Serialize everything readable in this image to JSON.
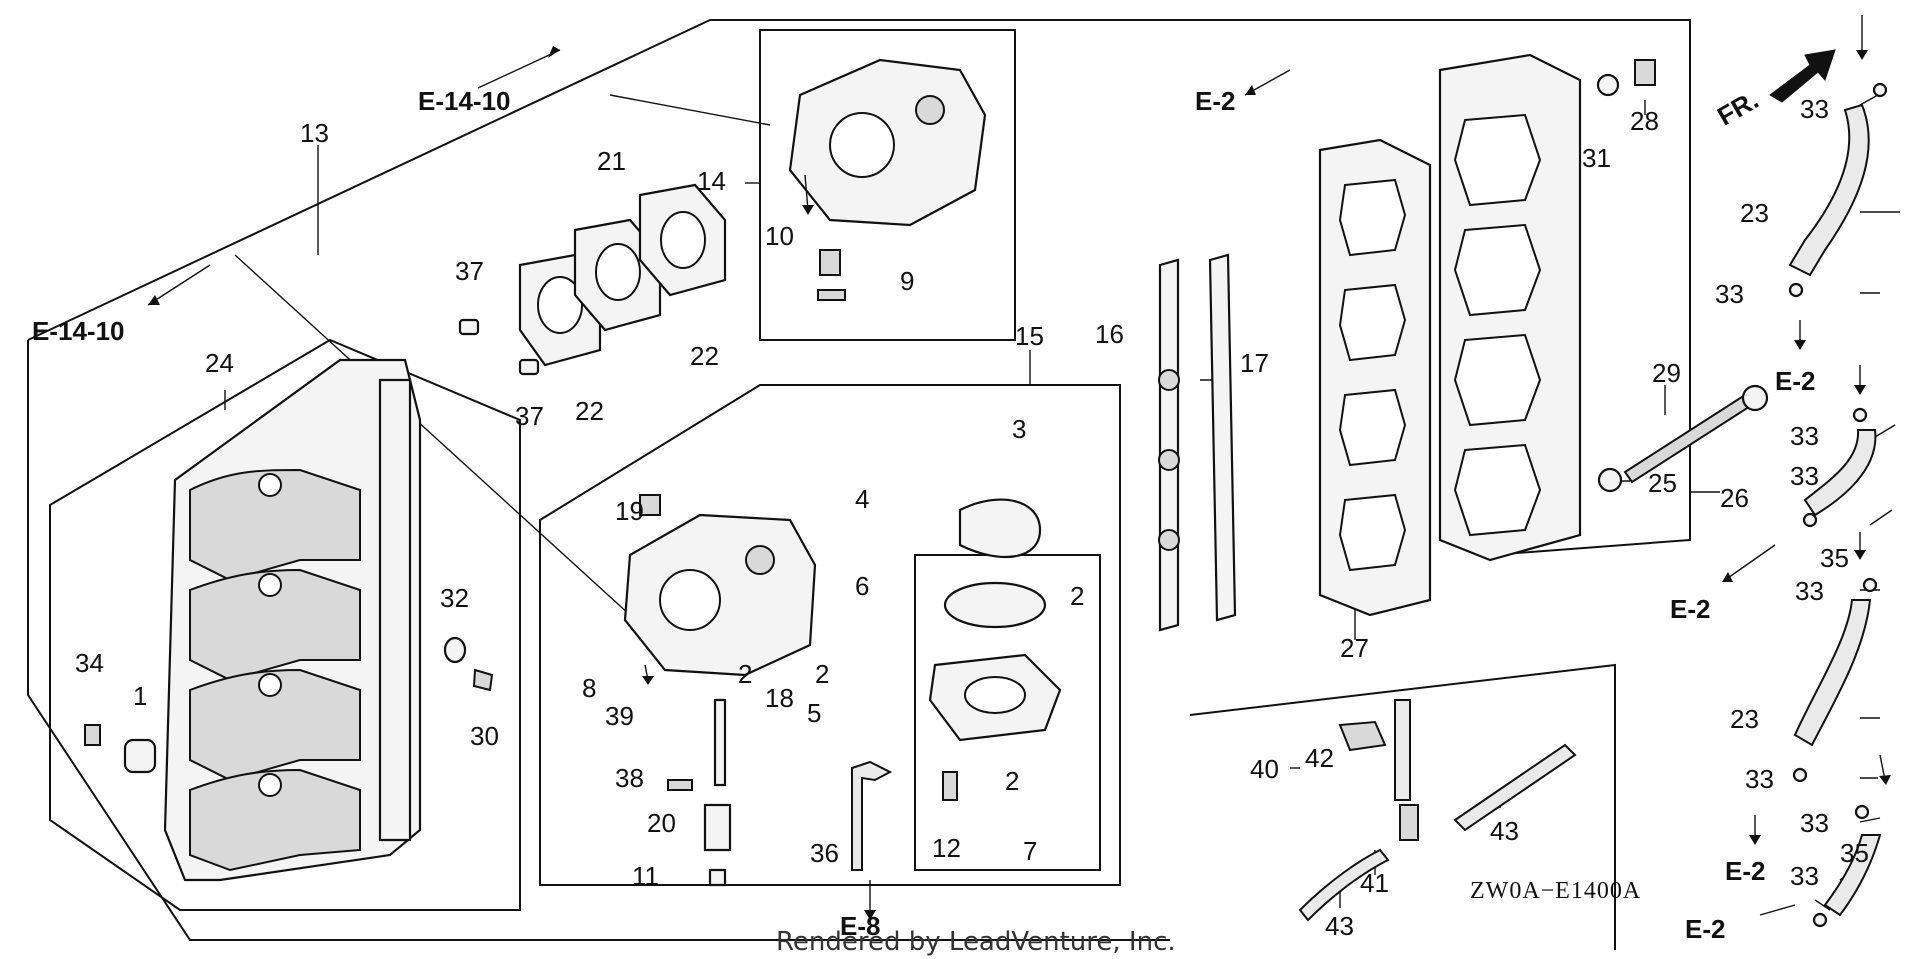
{
  "diagram": {
    "drawing_code": "ZW0A−E1400A",
    "footer": "Rendered by LeadVenture, Inc.",
    "front_marker": "FR."
  },
  "references": {
    "e14_10_top": "E-14-10",
    "e14_10_left": "E-14-10",
    "e2_top": "E-2",
    "e2_right_a": "E-2",
    "e2_right_b": "E-2",
    "e2_right_c": "E-2",
    "e2_right_d": "E-2",
    "e8": "E-8"
  },
  "callouts": {
    "p1": "1",
    "p2a": "2",
    "p2b": "2",
    "p2c": "2",
    "p2d": "2",
    "p3": "3",
    "p4": "4",
    "p5": "5",
    "p6": "6",
    "p7": "7",
    "p8": "8",
    "p9": "9",
    "p10": "10",
    "p11": "11",
    "p12": "12",
    "p13": "13",
    "p14": "14",
    "p15": "15",
    "p16": "16",
    "p17": "17",
    "p18": "18",
    "p19": "19",
    "p20": "20",
    "p21": "21",
    "p22a": "22",
    "p22b": "22",
    "p23a": "23",
    "p23b": "23",
    "p24": "24",
    "p25": "25",
    "p26": "26",
    "p27": "27",
    "p28": "28",
    "p29": "29",
    "p30": "30",
    "p31": "31",
    "p32": "32",
    "p33a": "33",
    "p33b": "33",
    "p33c": "33",
    "p33d": "33",
    "p33e": "33",
    "p33f": "33",
    "p33g": "33",
    "p33h": "33",
    "p34": "34",
    "p35a": "35",
    "p35b": "35",
    "p36": "36",
    "p37a": "37",
    "p37b": "37",
    "p38": "38",
    "p39": "39",
    "p40": "40",
    "p41": "41",
    "p42": "42",
    "p43a": "43",
    "p43b": "43"
  }
}
